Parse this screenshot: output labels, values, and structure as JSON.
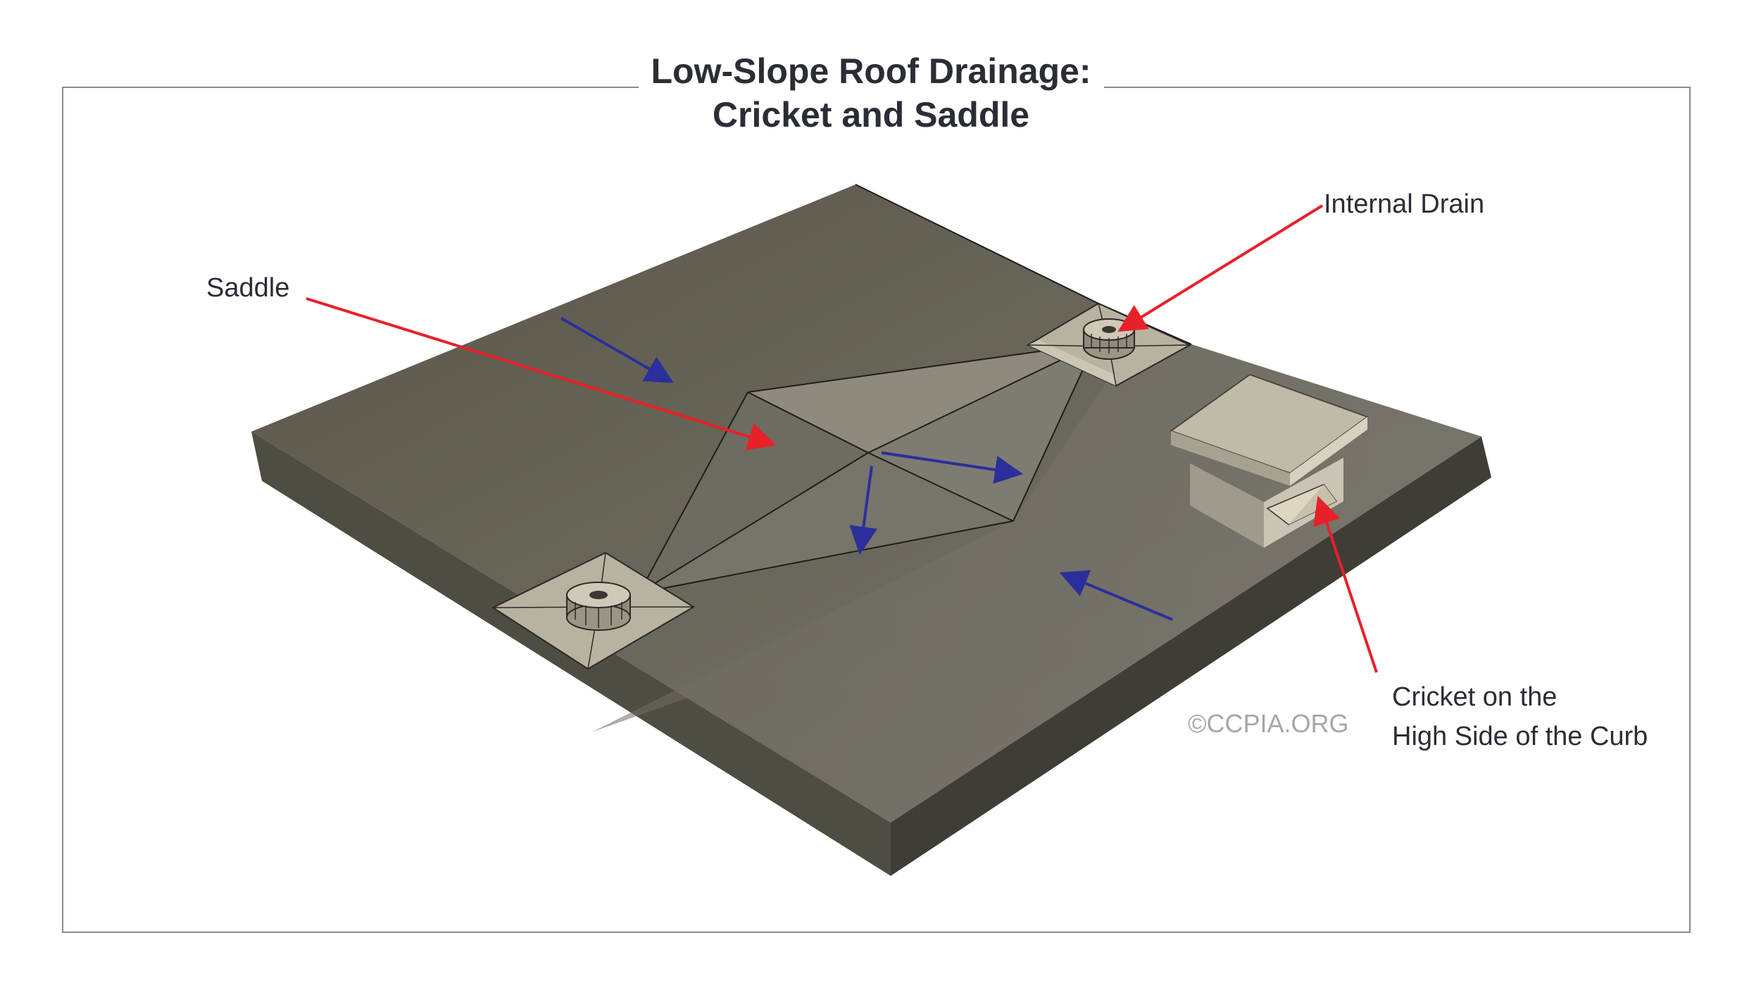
{
  "title": {
    "line1": "Low-Slope Roof Drainage:",
    "line2": "Cricket and Saddle"
  },
  "labels": {
    "saddle": "Saddle",
    "internal_drain": "Internal Drain",
    "cricket_line1": "Cricket on the",
    "cricket_line2": "High Side of the Curb"
  },
  "copyright": "©CCPIA.ORG",
  "colors": {
    "callout_arrow": "#e8202a",
    "flow_arrow": "#2a2f9c",
    "roof_surface": "#6a675c",
    "drain_flashing": "#b8b2a0"
  }
}
